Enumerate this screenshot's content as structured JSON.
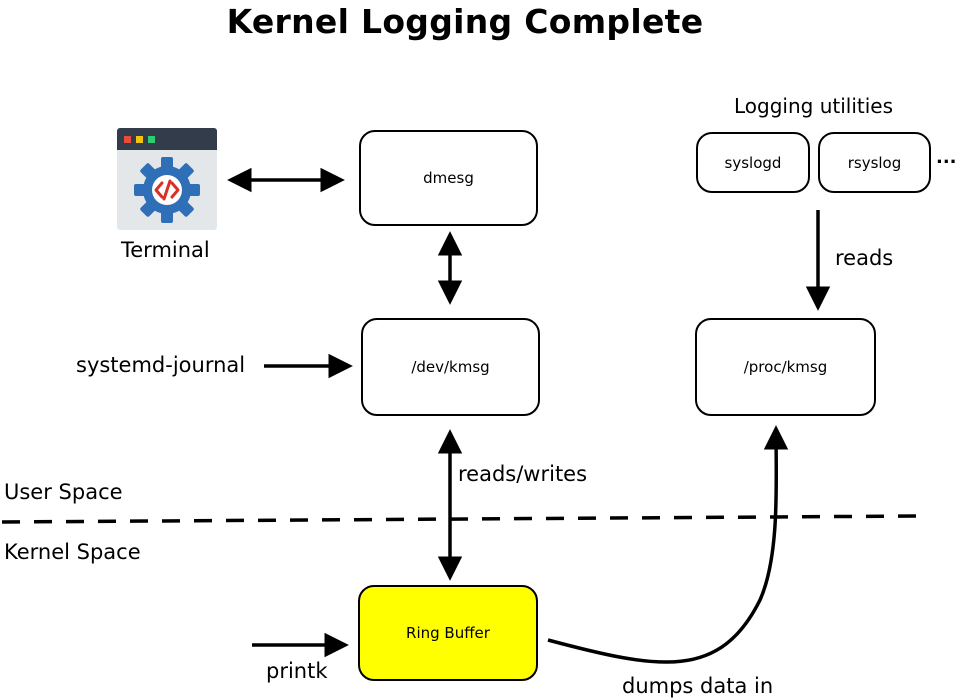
{
  "title": "Kernel Logging Complete",
  "nodes": {
    "terminal": "Terminal",
    "dmesg": "dmesg",
    "dev_kmsg": "/dev/kmsg",
    "proc_kmsg": "/proc/kmsg",
    "syslogd": "syslogd",
    "rsyslog": "rsyslog",
    "more": "...",
    "ring_buffer": "Ring Buffer",
    "systemd_journal": "systemd-journal",
    "printk": "printk"
  },
  "groups": {
    "logging_utilities": "Logging utilities"
  },
  "edges": {
    "reads": "reads",
    "reads_writes": "reads/writes",
    "dumps_data_in": "dumps data in"
  },
  "regions": {
    "user_space": "User Space",
    "kernel_space": "Kernel Space"
  },
  "colors": {
    "ring_buffer_fill": "#ffff00",
    "icon_titlebar": "#333c4a",
    "icon_body": "#e4e7ea",
    "gear": "#2f6fb7",
    "code_symbol": "#d93025",
    "dot_red": "#e74c3c",
    "dot_yellow": "#f1c40f",
    "dot_green": "#2ecc71"
  },
  "icons": {
    "terminal": "terminal-code-gear-icon"
  }
}
